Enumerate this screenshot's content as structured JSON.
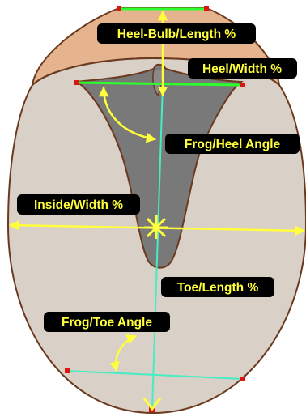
{
  "labels": {
    "heel_bulb_length": "Heel-Bulb/Length %",
    "heel_width": "Heel/Width %",
    "frog_heel_angle": "Frog/Heel Angle",
    "inside_width": "Inside/Width %",
    "toe_length": "Toe/Length %",
    "frog_toe_angle": "Frog/Toe Angle"
  },
  "colors": {
    "heel_bulb": "#e5b48e",
    "sole": "#d9d0c8",
    "frog": "#797979",
    "outline": "#6b3a1e",
    "label_text": "#ffff3c",
    "yellow_line": "#ffff3c",
    "green_line": "#2cff2c",
    "cyan_line": "#46ecc2",
    "marker": "#e11212"
  }
}
